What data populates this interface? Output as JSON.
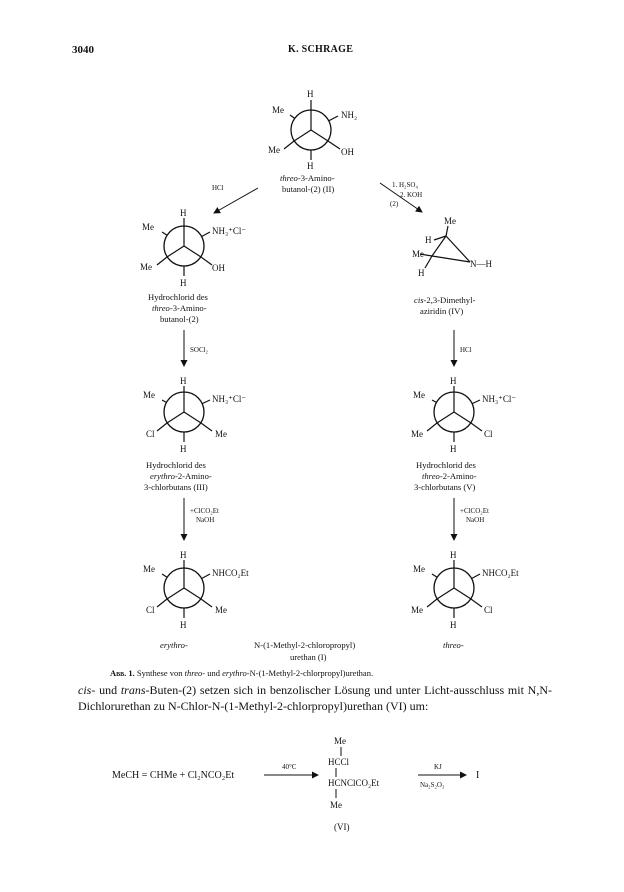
{
  "header": {
    "page_number": "3040",
    "author": "K. SCHRAGE"
  },
  "scheme": {
    "top": {
      "name_prefix": "threo",
      "name_rest": "-3-Amino-",
      "name_line2": "butanol-(2) (II)",
      "sub_h_top": "H",
      "sub_me_left": "Me",
      "sub_nh2": "NH₂",
      "sub_me_bl": "Me",
      "sub_oh": "OH",
      "sub_h_bot": "H"
    },
    "arrow_left": {
      "reagent": "HCl"
    },
    "arrow_right": {
      "reagent1": "1. H₂SO₄",
      "reagent2": "2. KOH",
      "reagent3": "(2)"
    },
    "left1": {
      "h_top": "H",
      "me_left": "Me",
      "nh3cl": "NH₃⁺Cl⁻",
      "me_bl": "Me",
      "oh": "OH",
      "h_bot": "H",
      "name1": "Hydrochlorid des",
      "name2_prefix": "threo",
      "name2_rest": "-3-Amino-",
      "name3": "butanol-(2)"
    },
    "right1": {
      "me": "Me",
      "h1": "H",
      "me2": "Me",
      "nh": "N—H",
      "h2": "H",
      "name1_prefix": "cis",
      "name1_rest": "-2,3-Dimethyl-",
      "name2": "aziridin (IV)"
    },
    "arrow_left2": {
      "reagent": "SOCl₂"
    },
    "arrow_right2": {
      "reagent": "HCl"
    },
    "left2": {
      "h_top": "H",
      "me_left": "Me",
      "nh3cl": "NH₃⁺Cl⁻",
      "cl": "Cl",
      "me": "Me",
      "h_bot": "H",
      "name1": "Hydrochlorid des",
      "name2_prefix": "erythro",
      "name2_rest": "-2-Amino-",
      "name3": "3-chlorbutans (III)"
    },
    "right2": {
      "h_top": "H",
      "me_left": "Me",
      "nh3cl": "NH₃⁺Cl⁻",
      "me_bl": "Me",
      "cl": "Cl",
      "h_bot": "H",
      "name1": "Hydrochlorid des",
      "name2_prefix": "threo",
      "name2_rest": "-2-Amino-",
      "name3": "3-chlorbutans (V)"
    },
    "arrow_left3": {
      "reagent1": "+ClCO₂Et",
      "reagent2": "NaOH"
    },
    "arrow_right3": {
      "reagent1": "+ClCO₂Et",
      "reagent2": "NaOH"
    },
    "left3": {
      "h_top": "H",
      "me_left": "Me",
      "nhco2et": "NHCO₂Et",
      "cl": "Cl",
      "me": "Me",
      "h_bot": "H",
      "label": "erythro-"
    },
    "right3": {
      "h_top": "H",
      "me_left": "Me",
      "nhco2et": "NHCO₂Et",
      "me_bl": "Me",
      "cl": "Cl",
      "h_bot": "H",
      "label": "threo-"
    },
    "center_name1": "N-(1-Methyl-2-chloropropyl)",
    "center_name2": "urethan (I)"
  },
  "caption": {
    "abb": "Abb. 1.",
    "text_a": " Synthese von ",
    "threo": "threo-",
    "text_b": " und ",
    "erythro": "erythro",
    "text_c": "-N-(1-Methyl-2-chlorpropyl)urethan."
  },
  "paragraph": {
    "cis": "cis-",
    "t1": " und ",
    "trans": "trans",
    "t2": "-Buten-(2) setzen sich in benzolischer Lösung und unter Licht-ausschluss mit N,N-Dichlorurethan zu N-Chlor-N-(1-Methyl-2-chlorpropyl)urethan (VI) um:"
  },
  "equation": {
    "lhs": "MeCH = CHMe + Cl₂NCO₂Et",
    "cond1": "40°C",
    "me_top": "Me",
    "hccl": "HCCl",
    "hcn": "HCNClCO₂Et",
    "me_bot": "Me",
    "cond2a": "KJ",
    "cond2b": "Na₂S₂O₃",
    "product": "I",
    "label": "(VI)"
  }
}
